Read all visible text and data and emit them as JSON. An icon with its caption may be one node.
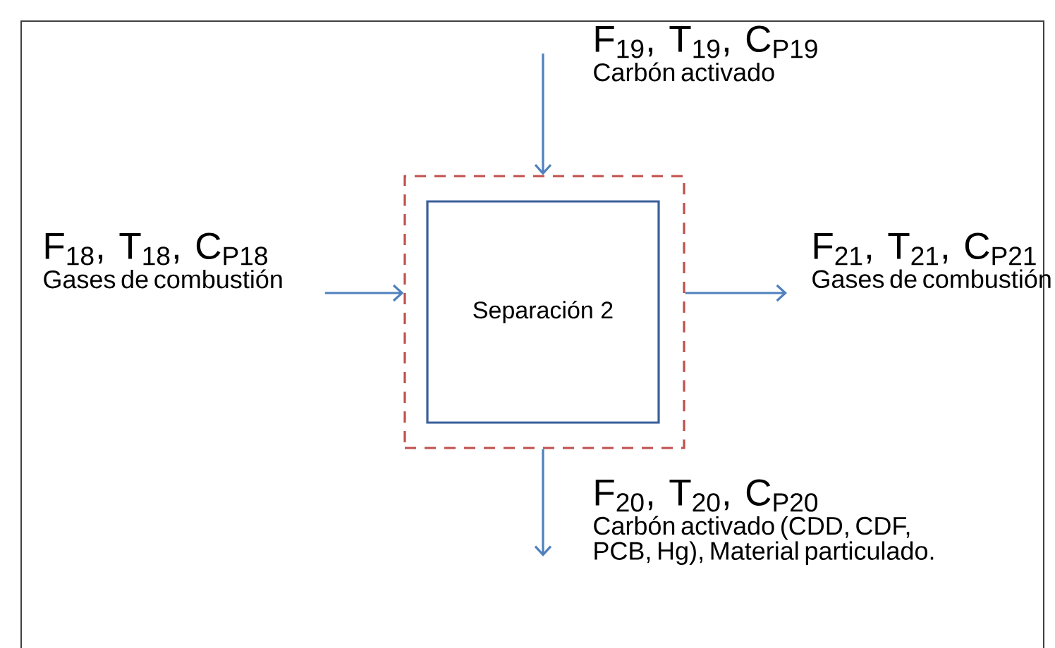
{
  "diagram": {
    "nodes": [
      {
        "text": [],
        "shape": "box"
      },
      {
        "text": [
          "Separación 2"
        ],
        "in": 0
      },
      {
        "text": [
          "F$_{18}$, T$_{18}$, C$_{P18}$",
          "Gases de combustión"
        ]
      },
      {
        "text": [
          "F$_{19}$, T$_{19}$, C$_{P19}$",
          "Carbón activado"
        ]
      },
      {
        "text": [
          "F$_{21}$, T$_{21}$, C$_{P21}$",
          "Gases de combustión"
        ]
      },
      {
        "text": [
          "F$_{20}$, T$_{20}$, C$_{P20}$",
          "Carbón activado (CDD, CDF, PCB, Hg), Material particulado."
        ]
      }
    ],
    "edges": [
      {
        "from": 2,
        "to": 0,
        "arrow": "to"
      },
      {
        "from": null,
        "to": 0,
        "arrow": "to"
      },
      {
        "from": 0,
        "to": 4,
        "arrow": "to"
      },
      {
        "from": 0,
        "to": null,
        "arrow": "to"
      }
    ]
  }
}
